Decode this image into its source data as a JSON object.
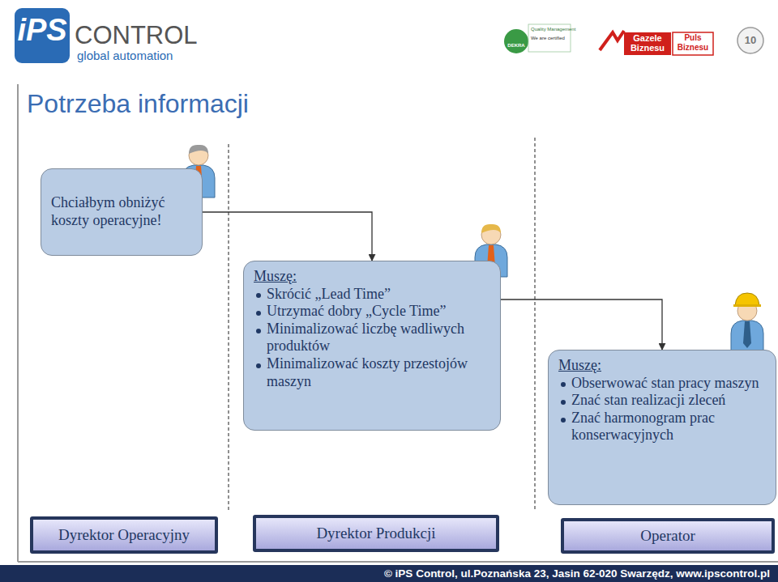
{
  "diagram": {
    "title": "Potrzeba informacji",
    "nodes": [
      {
        "text": [
          "Chciałbym obniżyć koszty operacyjne!"
        ]
      },
      {
        "text": [
          "Muszę:",
          "Skrócić „Lead Time”",
          "Utrzymać dobry „Cycle Time”",
          "Minimalizować liczbę wadliwych produktów",
          "Minimalizować koszty przestojów maszyn"
        ]
      },
      {
        "text": [
          "Muszę:",
          "Obserwować stan pracy maszyn",
          "Znać stan realizacji zleceń",
          "Znać harmonogram prac konserwacyjnych"
        ]
      },
      {
        "text": [
          "Dyrektor Operacyjny"
        ]
      },
      {
        "text": [
          "Dyrektor Produkcji"
        ]
      },
      {
        "text": [
          "Operator"
        ]
      }
    ],
    "edges": [
      {
        "from": 0,
        "to": 1,
        "arrow": "to"
      },
      {
        "from": 1,
        "to": 2,
        "arrow": "to"
      }
    ],
    "labels": [
      "iPS",
      "CONTROL",
      "global automation",
      "DEKRA",
      "Quality Management",
      "We are certified",
      "Gazele Biznesu",
      "Puls Biznesu",
      "10",
      "© iPS Control, ul.Poznańska 23, Jasin 62-020 Swarzędz, www.ipscontrol.pl"
    ]
  }
}
